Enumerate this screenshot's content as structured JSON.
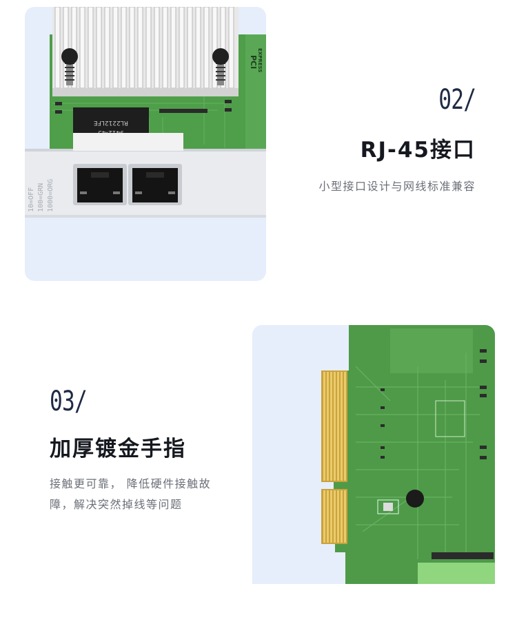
{
  "section2": {
    "number": "02/",
    "title": "RJ-45接口",
    "description": "小型接口设计与网线标准兼容"
  },
  "section3": {
    "number": "03/",
    "title": "加厚镀金手指",
    "description_line1": "接触更可靠， 降低硬件接触故",
    "description_line2": "障，解决突然掉线等问题"
  },
  "bracket_labels": {
    "line1": "10=OFF",
    "line2": "100=GRN",
    "line3": "1000=ORG"
  },
  "chip_labels": {
    "chip_line1": "RL2212LFE",
    "chip_line2": "9412-45",
    "pci_logo": "PCI",
    "pci_sub": "EXPRESS"
  },
  "colors": {
    "card_bg": "#e6eefb",
    "pcb_green": "#4f9e4a",
    "gold": "#d8b64a",
    "heading": "#15181f",
    "number": "#1f2a44",
    "description": "#6b6f78"
  }
}
